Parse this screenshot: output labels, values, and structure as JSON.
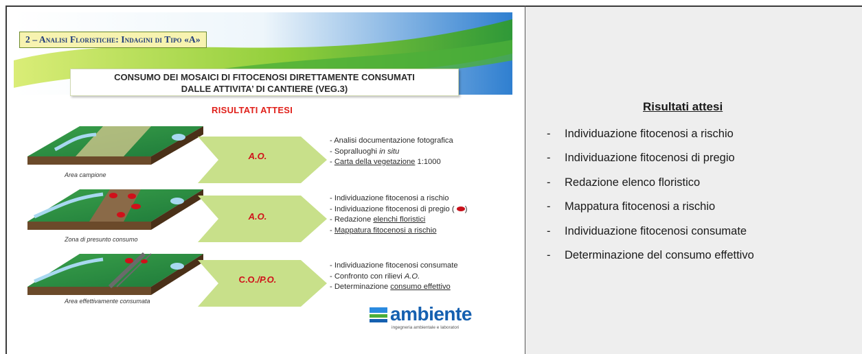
{
  "slide": {
    "title": "2 – Analisi Floristiche: Indagini di Tipo «A»",
    "consumo_line1": "CONSUMO DEI MOSAICI DI FITOCENOSI DIRETTAMENTE CONSUMATI",
    "consumo_line2": "DALLE ATTIVITA’ DI CANTIERE (VEG.3)",
    "risultati_label": "RISULTATI ATTESI",
    "rows": [
      {
        "caption": "Area campione",
        "chevron_label": "A.O.",
        "bullets": [
          {
            "pre": "- Analisi documentazione fotografica"
          },
          {
            "pre": "- Sopralluoghi ",
            "em": "in situ"
          },
          {
            "pre": "- ",
            "u": "Carta della vegetazione",
            "post": " 1:1000"
          }
        ]
      },
      {
        "caption": "Zona di presunto consumo",
        "chevron_label": "A.O.",
        "bullets": [
          {
            "pre": "- Individuazione fitocenosi a rischio"
          },
          {
            "pre": "- Individuazione fitocenosi di pregio ("
          },
          {
            "pre": "- Redazione ",
            "u": "elenchi floristici"
          },
          {
            "pre": "- ",
            "u": "Mappatura fitocenosi a rischio"
          }
        ]
      },
      {
        "caption": "Area effettivamente consumata",
        "chevron_label_a": "C.O.",
        "chevron_label_b": "/P.O.",
        "bullets": [
          {
            "pre": "- Individuazione fitocenosi consumate"
          },
          {
            "pre": "- Confronto con rilievi ",
            "em": "A.O."
          },
          {
            "pre": "- Determinazione ",
            "u": "consumo effettivo"
          }
        ]
      }
    ],
    "logo": {
      "word": "ambiente",
      "tagline": "ingegneria ambientale e laboratori"
    }
  },
  "panel": {
    "title": "Risultati attesi",
    "dash": "-",
    "items": [
      "Individuazione fitocenosi a rischio",
      "Individuazione fitocenosi di pregio",
      "Redazione elenco floristico",
      "Mappatura fitocenosi a rischio",
      "Individuazione fitocenosi consumate",
      "Determinazione del consumo effettivo"
    ]
  },
  "colors": {
    "slide_title": "#1e3a7a",
    "risultati_red": "#e0201a",
    "chevron_green": "#c8e08a",
    "logo_blue": "#1560b0",
    "panel_bg": "#eeeeee"
  }
}
